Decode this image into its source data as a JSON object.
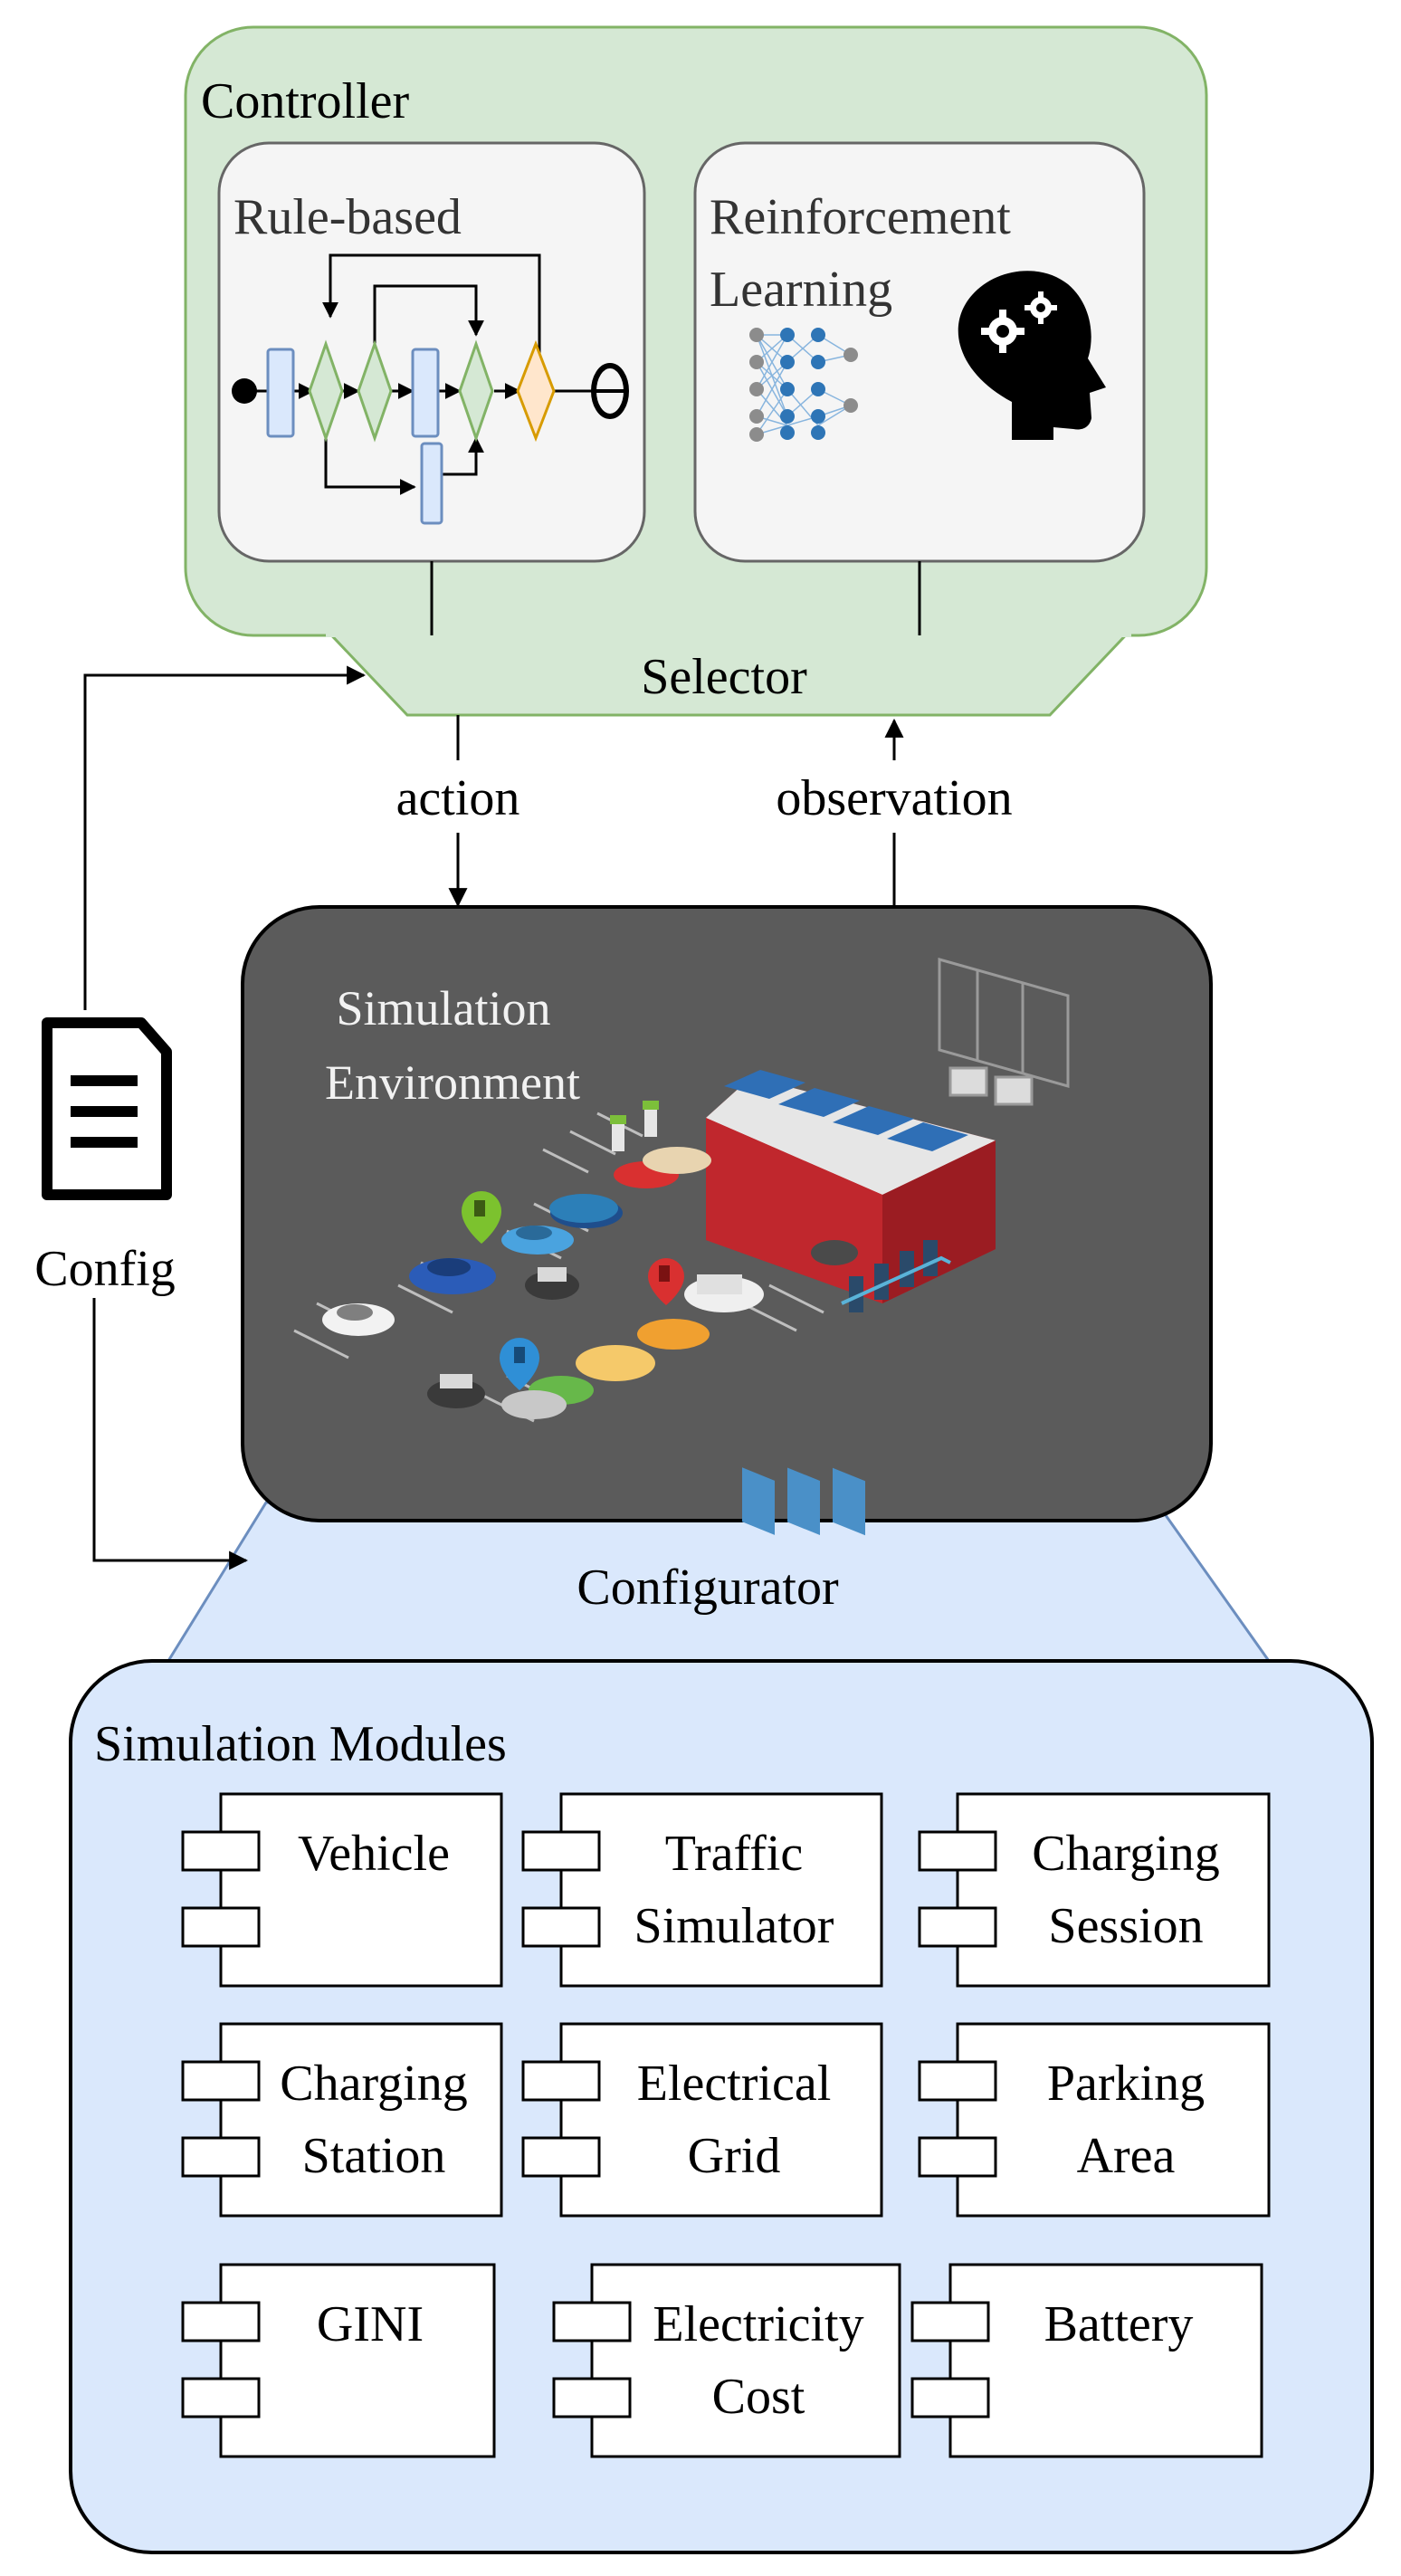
{
  "controller": {
    "title": "Controller",
    "rule_based_label": "Rule-based",
    "rl_label_line1": "Reinforcement",
    "rl_label_line2": "Learning",
    "selector_label": "Selector"
  },
  "flow": {
    "action_label": "action",
    "observation_label": "observation"
  },
  "environment": {
    "title_line1": "Simulation",
    "title_line2": "Environment"
  },
  "config": {
    "label": "Config"
  },
  "configurator": {
    "label": "Configurator"
  },
  "modules": {
    "title": "Simulation Modules",
    "items": [
      {
        "line1": "Vehicle",
        "line2": ""
      },
      {
        "line1": "Traffic",
        "line2": "Simulator"
      },
      {
        "line1": "Charging",
        "line2": "Session"
      },
      {
        "line1": "Charging",
        "line2": "Station"
      },
      {
        "line1": "Electrical",
        "line2": "Grid"
      },
      {
        "line1": "Parking",
        "line2": "Area"
      },
      {
        "line1": "GINI",
        "line2": ""
      },
      {
        "line1": "Electricity",
        "line2": "Cost"
      },
      {
        "line1": "Battery",
        "line2": ""
      }
    ]
  },
  "colors": {
    "controller_fill": "#d5e8d4",
    "controller_stroke": "#82b366",
    "inner_panel_fill": "#f5f5f5",
    "env_fill": "#5b5b5b",
    "modules_fill": "#dae8fc",
    "modules_stroke": "#6c8ebf",
    "module_stroke": "#000000"
  }
}
